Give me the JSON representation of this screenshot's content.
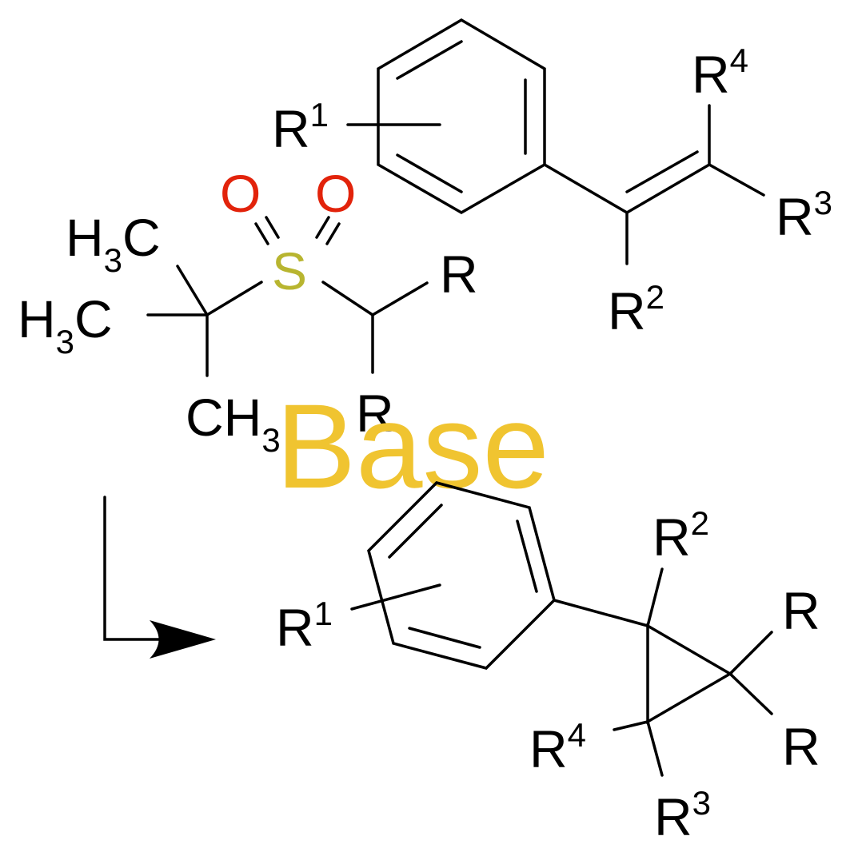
{
  "colors": {
    "oxygen": "#e2230b",
    "sulfur": "#b8b530",
    "base": "#f0c430",
    "bond": "#000000"
  },
  "reactant_alkene": {
    "r1": "R",
    "r1_sup": "1",
    "r2": "R",
    "r2_sup": "2",
    "r3": "R",
    "r3_sup": "3",
    "r4": "R",
    "r4_sup": "4"
  },
  "reagent_sulfone": {
    "oxygen_left": "O",
    "oxygen_right": "O",
    "sulfur": "S",
    "methyl_top": "H",
    "methyl_top_sub": "3",
    "methyl_top_c": "C",
    "methyl_mid": "H",
    "methyl_mid_sub": "3",
    "methyl_mid_c": "C",
    "methyl_bottom": "CH",
    "methyl_bottom_sub": "3",
    "r_top": "R",
    "r_bottom": "R"
  },
  "condition": {
    "base_label": "Base"
  },
  "product_cyclopropane": {
    "r1": "R",
    "r1_sup": "1",
    "r2": "R",
    "r2_sup": "2",
    "r3": "R",
    "r3_sup": "3",
    "r4": "R",
    "r4_sup": "4",
    "r_top": "R",
    "r_bottom": "R"
  }
}
